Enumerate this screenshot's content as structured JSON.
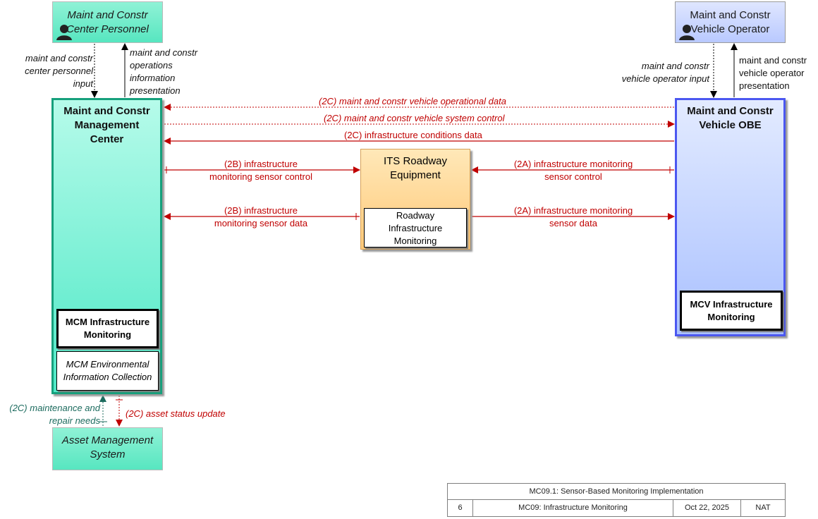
{
  "actors": {
    "center_personnel": {
      "line1": "Maint and Constr",
      "line2": "Center Personnel"
    },
    "vehicle_operator": {
      "line1": "Maint and Constr",
      "line2": "Vehicle Operator"
    },
    "asset_mgmt": {
      "line1": "Asset Management",
      "line2": "System"
    }
  },
  "mcm": {
    "title": [
      "Maint and Constr",
      "Management",
      "Center"
    ],
    "inner1": [
      "MCM Infrastructure",
      "Monitoring"
    ],
    "inner2": [
      "MCM Environmental",
      "Information Collection"
    ]
  },
  "obe": {
    "title": [
      "Maint and Constr",
      "Vehicle OBE"
    ],
    "inner": [
      "MCV Infrastructure",
      "Monitoring"
    ]
  },
  "its": {
    "title": [
      "ITS Roadway",
      "Equipment"
    ],
    "inner": [
      "Roadway",
      "Infrastructure",
      "Monitoring"
    ]
  },
  "flows": {
    "cp_input": [
      "maint and constr",
      "center personnel",
      "input"
    ],
    "cp_presentation": [
      "maint and constr",
      "operations",
      "information",
      "presentation"
    ],
    "vo_input": [
      "maint and constr",
      "vehicle operator input"
    ],
    "vo_presentation": [
      "maint and constr",
      "vehicle operator",
      "presentation"
    ],
    "veh_op_data": "(2C) maint and constr vehicle operational data",
    "veh_sys_control": "(2C) maint and constr vehicle system control",
    "infra_cond": "(2C) infrastructure conditions data",
    "b_sensor_control": [
      "(2B) infrastructure",
      "monitoring sensor control"
    ],
    "a_sensor_control": [
      "(2A) infrastructure monitoring",
      "sensor control"
    ],
    "b_sensor_data": [
      "(2B) infrastructure",
      "monitoring sensor data"
    ],
    "a_sensor_data": [
      "(2A) infrastructure monitoring",
      "sensor data"
    ],
    "maint_needs": [
      "(2C) maintenance and",
      "repair needs"
    ],
    "asset_status": "(2C) asset status update"
  },
  "title_block": {
    "heading": "MC09.1: Sensor-Based Monitoring Implementation",
    "page": "6",
    "name": "MC09: Infrastructure Monitoring",
    "date": "Oct 22, 2025",
    "org": "NAT"
  },
  "colors": {
    "flow_red": "#c00000",
    "flow_green": "#1c6b5e",
    "mcm_border": "#16a07c",
    "obe_border": "#4b57f0"
  }
}
